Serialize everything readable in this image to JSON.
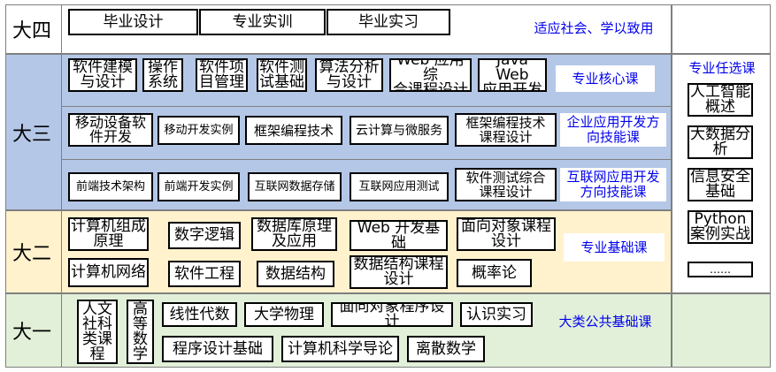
{
  "years": {
    "y4": "大四",
    "y3": "大三",
    "y2": "大二",
    "y1": "大一"
  },
  "y4": {
    "courses": [
      "毕业设计",
      "专业实训",
      "毕业实习"
    ],
    "category": "适应社会、学以致用"
  },
  "y3": {
    "core": [
      "软件建模\n与设计",
      "操作\n系统",
      "软件项\n目管理",
      "软件测\n试基础",
      "算法分析\n与设计",
      "Web 应用综\n合课程设计",
      "Java Web\n应用开发"
    ],
    "core_category": "专业核心课",
    "enterprise": [
      "移动设备软\n件开发",
      "移动开发实例",
      "框架编程技术",
      "云计算与微服务",
      "框架编程技术\n课程设计"
    ],
    "enterprise_category": "企业应用开发方\n向技能课",
    "internet": [
      "前端技术架构",
      "前端开发实例",
      "互联网数据存储",
      "互联网应用测试",
      "软件测试综合\n课程设计"
    ],
    "internet_category": "互联网应用开发\n方向技能课"
  },
  "y2": {
    "courses": [
      "计算机组成\n原理",
      "数字逻辑",
      "数据库原理\n及应用",
      "Web 开发基础",
      "面向对象课程\n设计",
      "计算机网络",
      "软件工程",
      "数据结构",
      "数据结构课程\n设计",
      "概率论"
    ],
    "category": "专业基础课"
  },
  "y1": {
    "courses": [
      "人文\n社科\n类课\n程",
      "高\n等\n数\n学",
      "线性代数",
      "大学物理",
      "面向对象程序设计",
      "认识实习",
      "程序设计基础",
      "计算机科学导论",
      "离散数学"
    ],
    "category": "大类公共基础课"
  },
  "elective": {
    "title": "专业任选课",
    "items": [
      "人工智能\n概述",
      "大数据分\n析",
      "信息安全\n基础",
      "Python\n案例实战",
      "……"
    ]
  },
  "colors": {
    "y4_bg": "#ffffff",
    "y3_bg": "#b4c7e7",
    "y2_bg": "#fff2cc",
    "y1_bg": "#e2f0d9",
    "category_text": "#0000ee"
  }
}
